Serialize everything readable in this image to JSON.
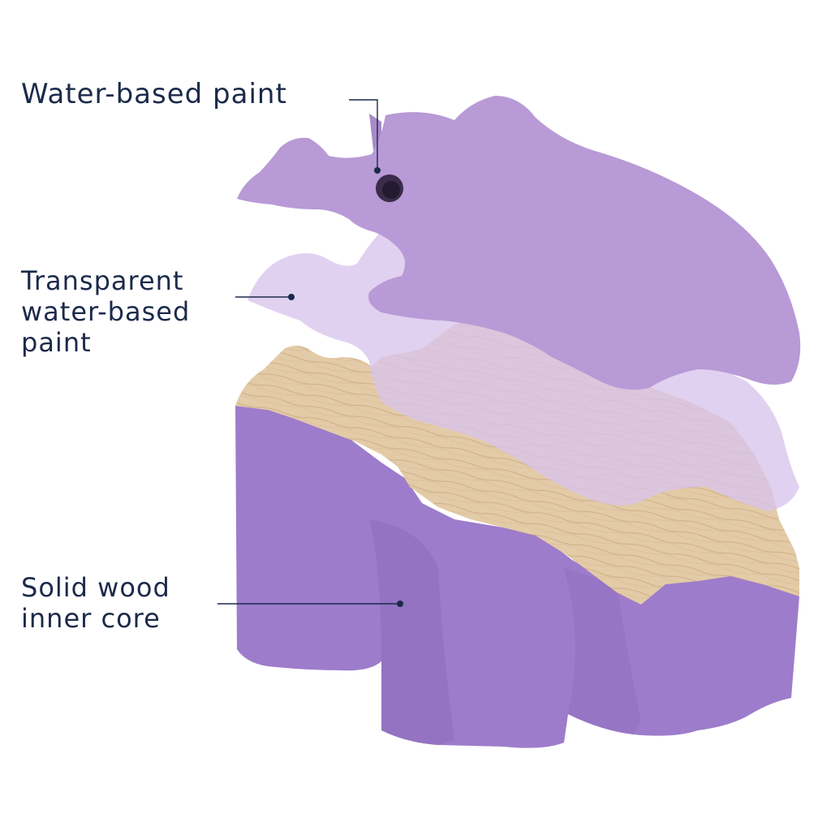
{
  "labels": {
    "water_based_paint": "Water-based paint",
    "transparent_paint": {
      "line1": "Transparent",
      "line2": "water-based",
      "line3": "paint"
    },
    "solid_wood": {
      "line1": "Solid wood",
      "line2": "inner core"
    }
  },
  "colors": {
    "paint_layer": "#b89ad6",
    "transparent_layer": "#d9c4ec",
    "wood_top": "#e4cba7",
    "wood_grain": "#c8a982",
    "painted_sides": "#9d7ccb",
    "label_text": "#1b2a4a",
    "leader_line": "#1b2a4a"
  }
}
